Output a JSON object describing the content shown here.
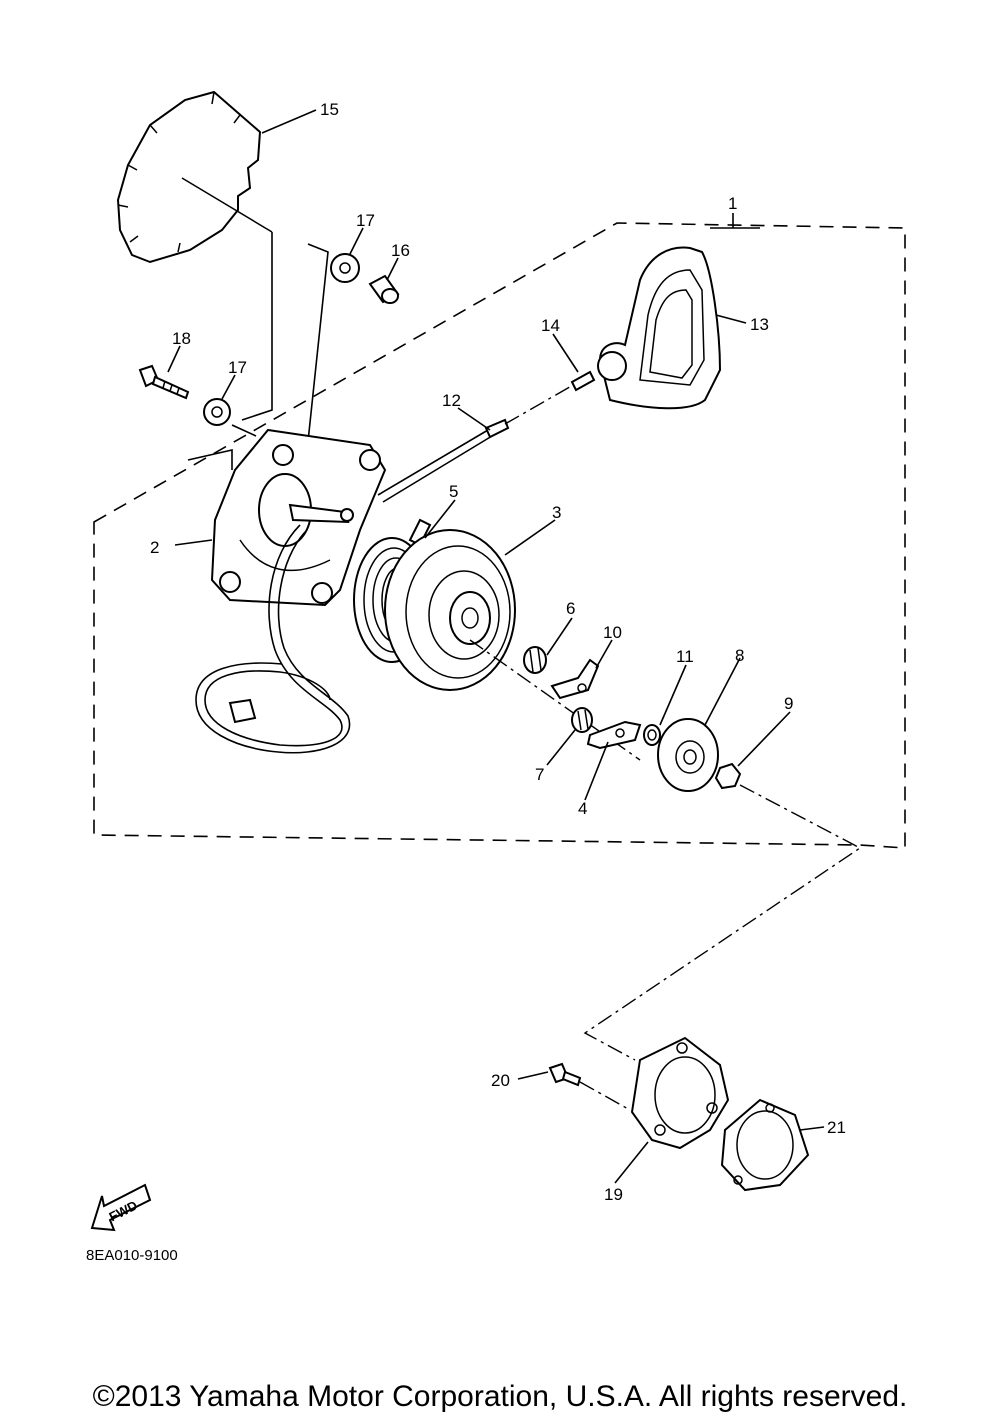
{
  "diagram": {
    "callouts": {
      "p1": "1",
      "p2": "2",
      "p3": "3",
      "p4": "4",
      "p5": "5",
      "p6": "6",
      "p7": "7",
      "p8": "8",
      "p9": "9",
      "p10": "10",
      "p11": "11",
      "p12": "12",
      "p13": "13",
      "p14": "14",
      "p15": "15",
      "p16": "16",
      "p17a": "17",
      "p17b": "17",
      "p18": "18",
      "p19": "19",
      "p20": "20",
      "p21": "21"
    },
    "fwd_label": "FWD",
    "reference_code": "8EA010-9100"
  },
  "footer": {
    "copyright": "©2013 Yamaha Motor Corporation, U.S.A. All rights reserved."
  }
}
